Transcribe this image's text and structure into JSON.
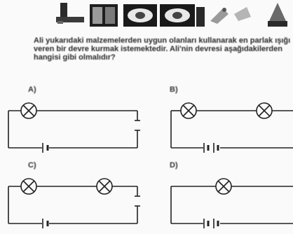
{
  "question": {
    "text": "Ali yukarıdaki malzemelerden uygun olanları kullanarak en parlak ışığı veren bir devre kurmak istemektedir. Ali'nin devresi aşağıdakilerden hangisi gibi olmalıdır?"
  },
  "images": {
    "items": [
      "flashlight",
      "battery-pair",
      "lamp-in-holder",
      "lamp-in-holder",
      "switch",
      "wire"
    ]
  },
  "options": [
    {
      "label": "A)",
      "bulbs": 1,
      "batteries": 1
    },
    {
      "label": "B)",
      "bulbs": 2,
      "batteries": 2
    },
    {
      "label": "C)",
      "bulbs": 2,
      "batteries": 1
    },
    {
      "label": "D)",
      "bulbs": 1,
      "batteries": 2
    }
  ]
}
